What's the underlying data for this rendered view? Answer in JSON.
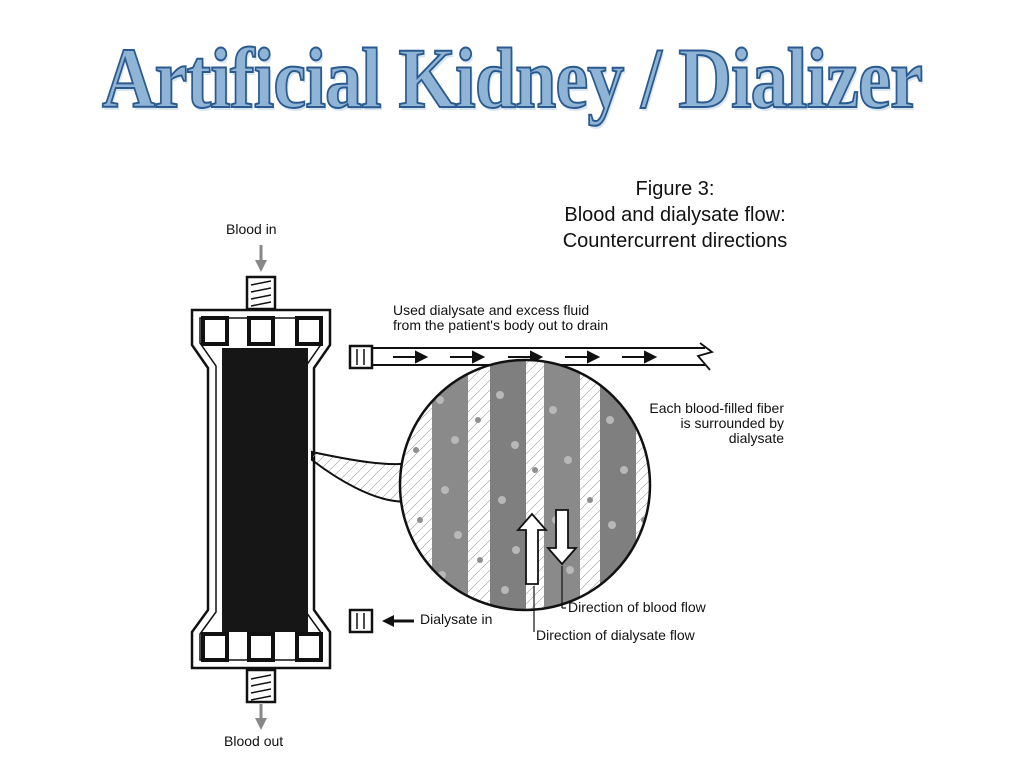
{
  "slide": {
    "title": "Artificial Kidney / Dializer"
  },
  "figure": {
    "caption_line1": "Figure 3:",
    "caption_line2": "Blood and dialysate flow:",
    "caption_line3": "Countercurrent directions"
  },
  "labels": {
    "blood_in": "Blood in",
    "blood_out": "Blood out",
    "used_dialysate_line1": "Used dialysate and excess fluid",
    "used_dialysate_line2": "from the patient's body out to drain",
    "fiber_line1": "Each blood-filled fiber",
    "fiber_line2": "is surrounded by",
    "fiber_line3": "dialysate",
    "dialysate_in": "Dialysate in",
    "direction_blood_flow": "Direction of blood flow",
    "direction_dialysate_flow": "Direction of dialysate flow"
  }
}
